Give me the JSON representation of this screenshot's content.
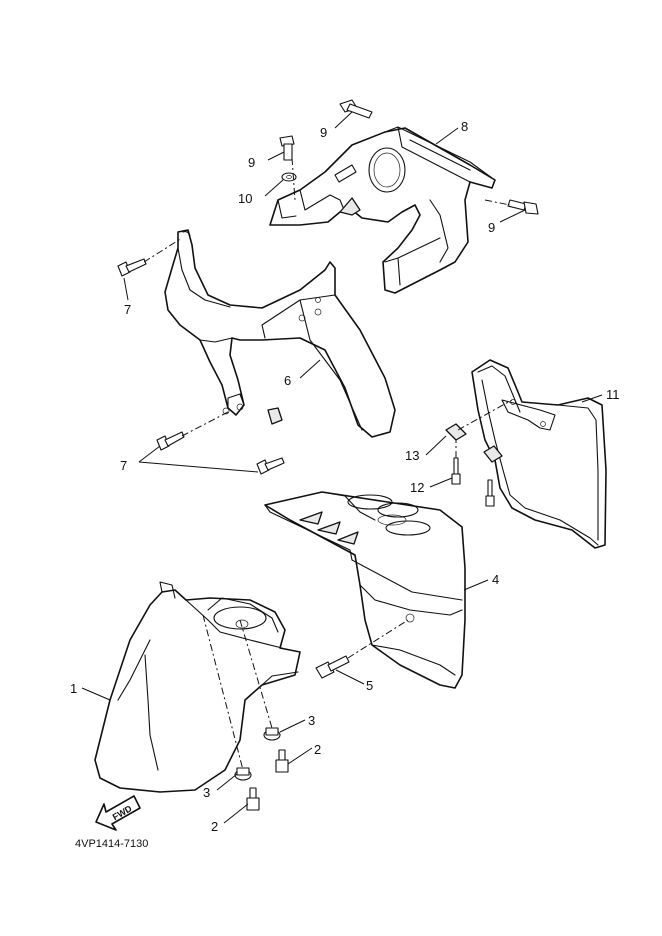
{
  "callouts": {
    "c1": "1",
    "c2a": "2",
    "c2b": "2",
    "c3a": "3",
    "c3b": "3",
    "c4": "4",
    "c5": "5",
    "c6": "6",
    "c7a": "7",
    "c7b": "7",
    "c8": "8",
    "c9a": "9",
    "c9b": "9",
    "c9c": "9",
    "c10": "10",
    "c11": "11",
    "c12": "12",
    "c13": "13"
  },
  "fwd_label": "FWD",
  "diagram_code": "4VP1414-7130"
}
